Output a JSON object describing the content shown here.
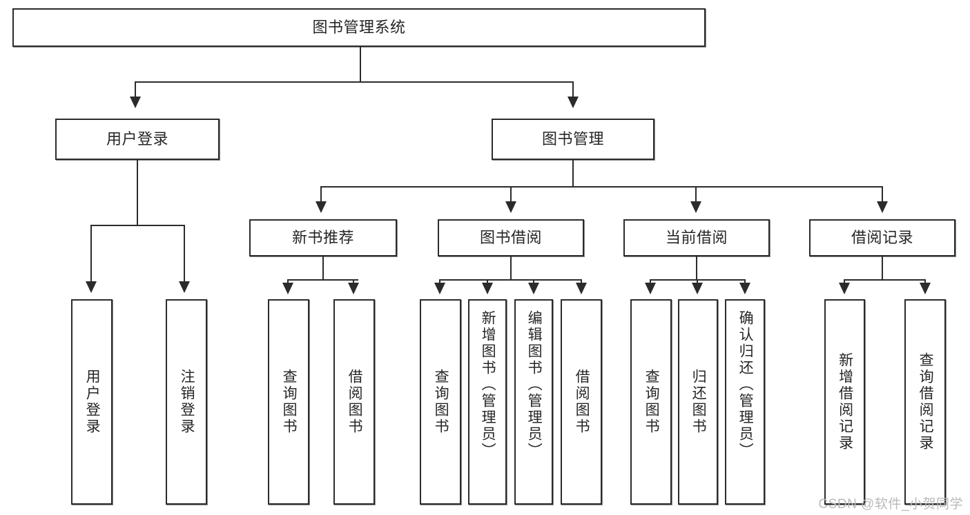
{
  "diagram": {
    "title": "图书管理系统",
    "watermark": "CSDN @软件_小贺同学",
    "colors": {
      "stroke": "#2b2b2b",
      "fill": "#ffffff",
      "text": "#262626",
      "watermark": "#b9b9b9",
      "shadow": "#8d8d8d"
    },
    "nodes": {
      "root": "图书管理系统",
      "level2": {
        "user_login": "用户登录",
        "book_manage": "图书管理"
      },
      "level3": {
        "new_book_rec": "新书推荐",
        "book_borrow": "图书借阅",
        "current_borrow": "当前借阅",
        "borrow_record": "借阅记录"
      },
      "leaves": {
        "user_login_1": "用户登录",
        "user_login_2": "注销登录",
        "new_book_rec_1": "查询图书",
        "new_book_rec_2": "借阅图书",
        "book_borrow_1": "查询图书",
        "book_borrow_2": "新增图书（管理员）",
        "book_borrow_3": "编辑图书（管理员）",
        "book_borrow_4": "借阅图书",
        "current_borrow_1": "查询图书",
        "current_borrow_2": "归还图书",
        "current_borrow_3": "确认归还（管理员）",
        "borrow_record_1": "新增借阅记录",
        "borrow_record_2": "查询借阅记录"
      }
    }
  }
}
